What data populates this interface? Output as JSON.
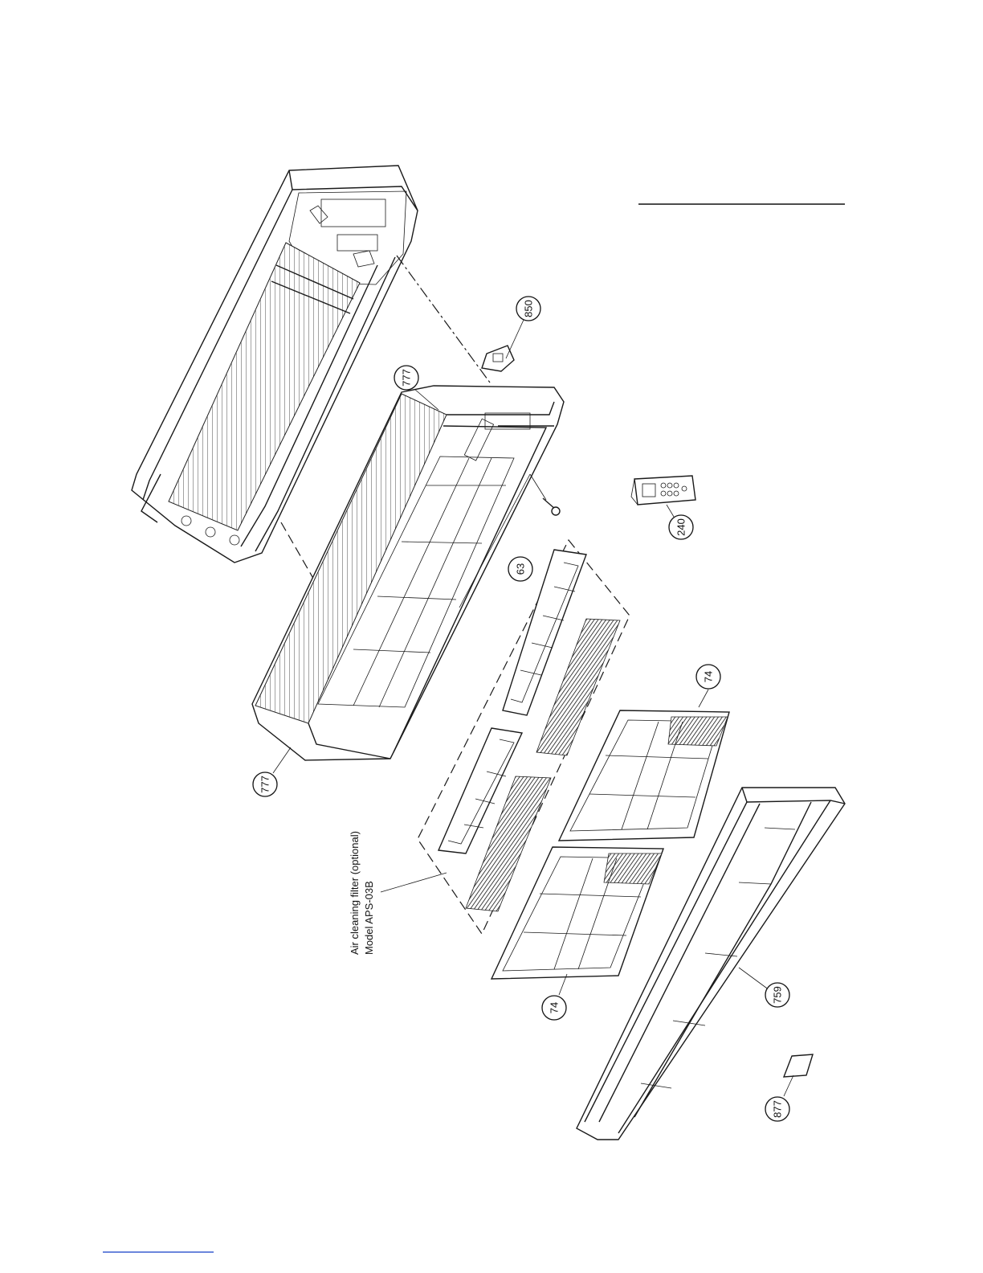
{
  "callouts": {
    "c850": "850",
    "c777_top": "777",
    "c777_left": "777",
    "c240": "240",
    "c63": "63",
    "c74_right": "74",
    "c74_left": "74",
    "c759": "759",
    "c877": "877"
  },
  "filter_note": {
    "line1": "Air cleaning filter (optional)",
    "line2": "Model APS-03B"
  }
}
